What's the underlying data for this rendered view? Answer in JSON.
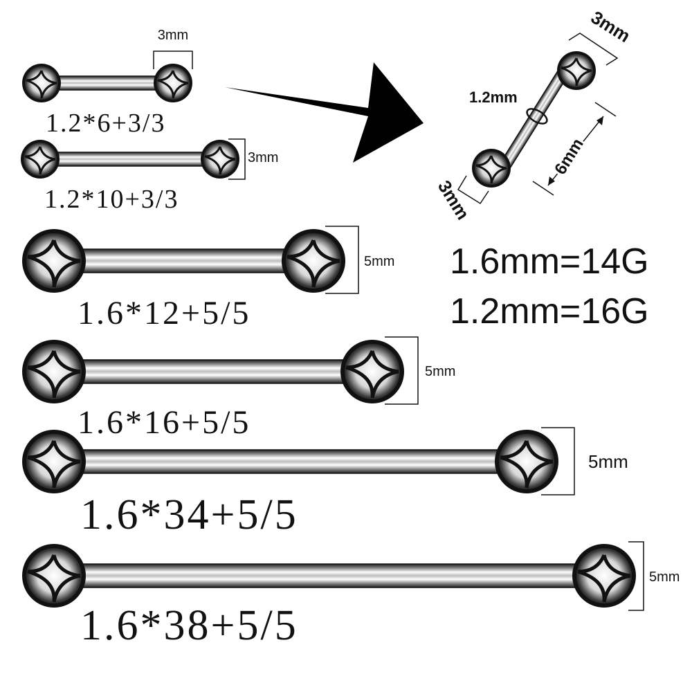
{
  "colors": {
    "background": "#ffffff",
    "metal_dark": "#1a1a1a",
    "metal_light": "#f2f2f2",
    "ink": "#111111"
  },
  "products": [
    {
      "code": "1.2*6+3/3",
      "ball_size": "3mm",
      "gauge_mm": 1.2,
      "length_mm": 6,
      "ball_mm": 3
    },
    {
      "code": "1.2*10+3/3",
      "ball_size": "3mm",
      "gauge_mm": 1.2,
      "length_mm": 10,
      "ball_mm": 3
    },
    {
      "code": "1.6*12+5/5",
      "ball_size": "5mm",
      "gauge_mm": 1.6,
      "length_mm": 12,
      "ball_mm": 5
    },
    {
      "code": "1.6*16+5/5",
      "ball_size": "5mm",
      "gauge_mm": 1.6,
      "length_mm": 16,
      "ball_mm": 5
    },
    {
      "code": "1.6*34+5/5",
      "ball_size": "5mm",
      "gauge_mm": 1.6,
      "length_mm": 34,
      "ball_mm": 5
    },
    {
      "code": "1.6*38+5/5",
      "ball_size": "5mm",
      "gauge_mm": 1.6,
      "length_mm": 38,
      "ball_mm": 5
    }
  ],
  "diagram": {
    "ball_top_label": "3mm",
    "ball_bottom_label": "3mm",
    "thickness_label": "1.2mm",
    "length_label": "6mm",
    "arrow_icon": "arrow-right-icon"
  },
  "gauge_conversions": [
    {
      "text": "1.6mm=14G"
    },
    {
      "text": "1.2mm=16G"
    }
  ]
}
